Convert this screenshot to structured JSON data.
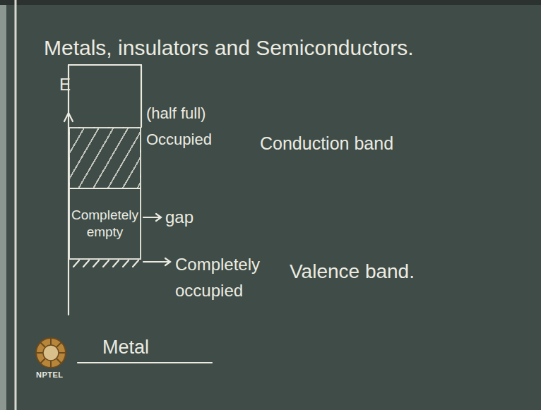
{
  "diagram": {
    "title": "Metals, insulators and Semiconductors.",
    "nodes": [
      {
        "text": [
          "(half full) Occupied"
        ]
      },
      {
        "text": [
          "Completely empty"
        ]
      }
    ],
    "labels": [
      "E",
      "gap",
      "Completely occupied",
      "Conduction band",
      "Valence band.",
      "Metal",
      "NPTEL"
    ]
  }
}
